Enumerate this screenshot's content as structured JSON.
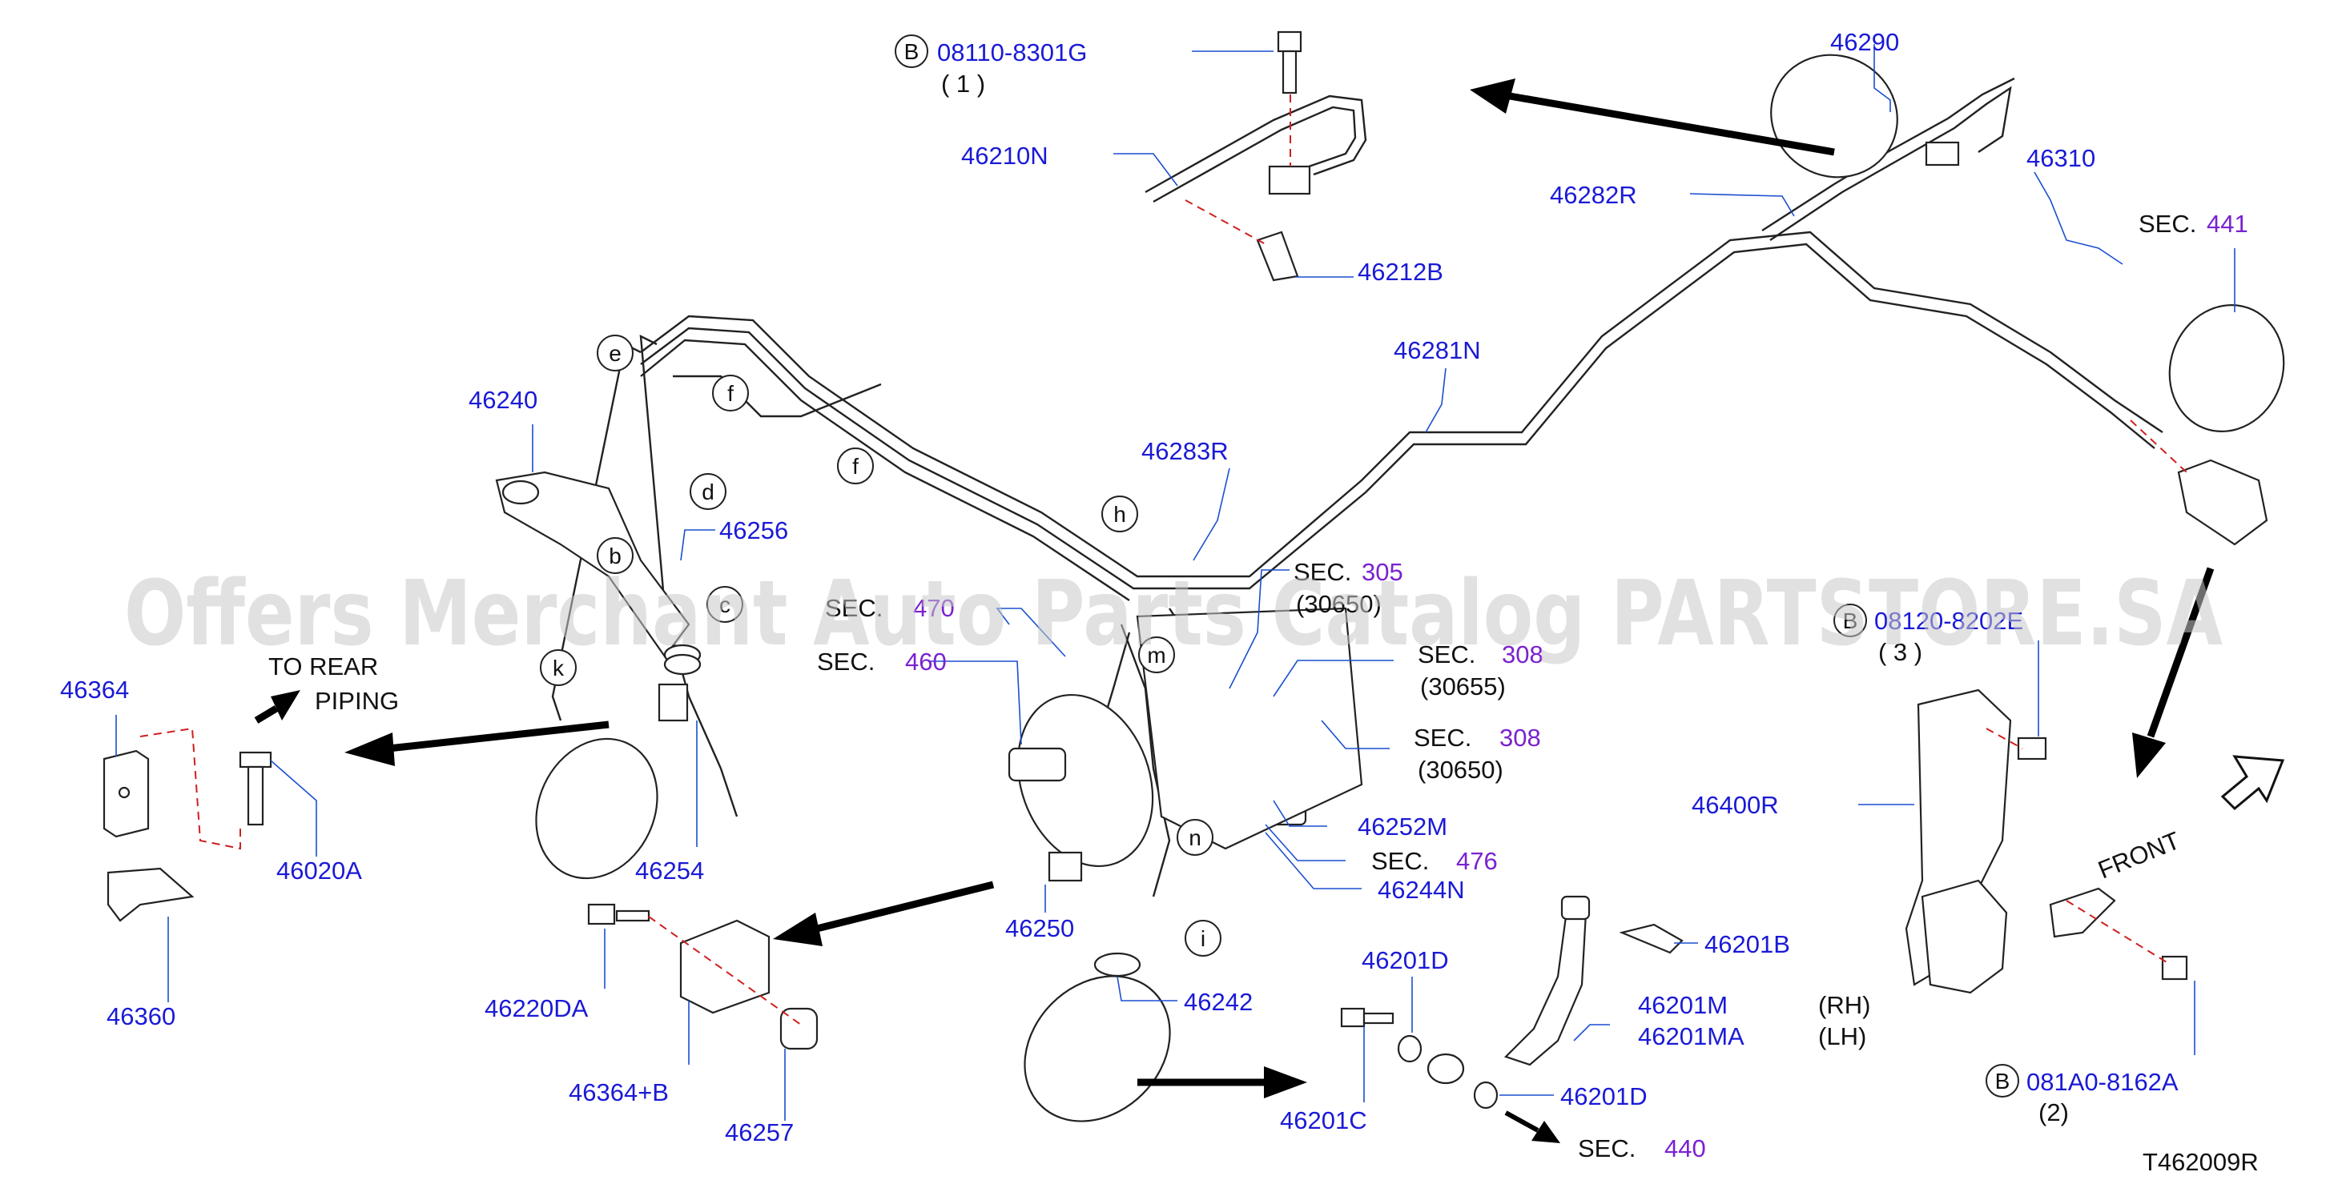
{
  "watermark": "Offers Merchant Auto Parts Catalog PARTSTORE.SA",
  "diagram_code": "T462009R",
  "bolt_marker": "B",
  "front_label": "FRONT",
  "to_rear_line1": "TO  REAR",
  "to_rear_line2": "PIPING",
  "sec_word": "SEC.",
  "part_labels": {
    "p08110": "08110-8301G",
    "q1": "( 1 )",
    "p46290": "46290",
    "p46210N": "46210N",
    "p46310": "46310",
    "p46282R": "46282R",
    "p46212B": "46212B",
    "p46281N": "46281N",
    "p46240": "46240",
    "p46283R": "46283R",
    "p46256": "46256",
    "p08120": "08120-8202E",
    "q3": "( 3 )",
    "p46364": "46364",
    "p46020A": "46020A",
    "p46254": "46254",
    "p46360": "46360",
    "p46250": "46250",
    "p46252M": "46252M",
    "p46244N": "46244N",
    "p46400R": "46400R",
    "p46220DA": "46220DA",
    "p46242": "46242",
    "p46364B": "46364+B",
    "p46257": "46257",
    "p46201D_a": "46201D",
    "p46201B": "46201B",
    "p46201M": "46201M",
    "p46201MA": "46201MA",
    "rh": "(RH)",
    "lh": "(LH)",
    "p46201D_b": "46201D",
    "p46201C": "46201C",
    "p081A0": "081A0-8162A",
    "q2": "(2)",
    "c30655": "(30655)",
    "c30650": "(30650)",
    "c30650b": "(30650)"
  },
  "sections": {
    "s441": "441",
    "s305": "305",
    "s470": "470",
    "s460": "460",
    "s308a": "308",
    "s308b": "308",
    "s476": "476",
    "s440": "440"
  },
  "callouts": {
    "e": "e",
    "f1": "f",
    "f2": "f",
    "d": "d",
    "b": "b",
    "c": "c",
    "k": "k",
    "h": "h",
    "m": "m",
    "n": "n",
    "i": "i"
  },
  "colors": {
    "part_number": "#1a1ad6",
    "section_number": "#7a22d0",
    "leader_line": "#1a4fd0",
    "dashed_guide": "#d01f1f",
    "watermark": "#c8c8c8"
  }
}
